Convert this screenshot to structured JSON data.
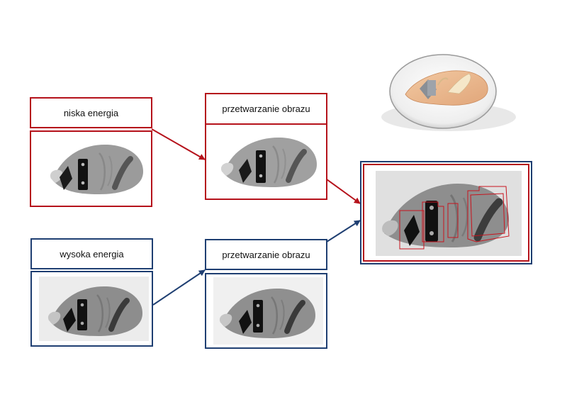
{
  "low": {
    "label": "niska energia"
  },
  "high": {
    "label": "wysoka energia"
  },
  "processing_top": {
    "label": "przetwarzanie obrazu"
  },
  "processing_bottom": {
    "label": "przetwarzanie obrazu"
  },
  "colors": {
    "red": "#b5121b",
    "blue": "#1f3f72"
  }
}
